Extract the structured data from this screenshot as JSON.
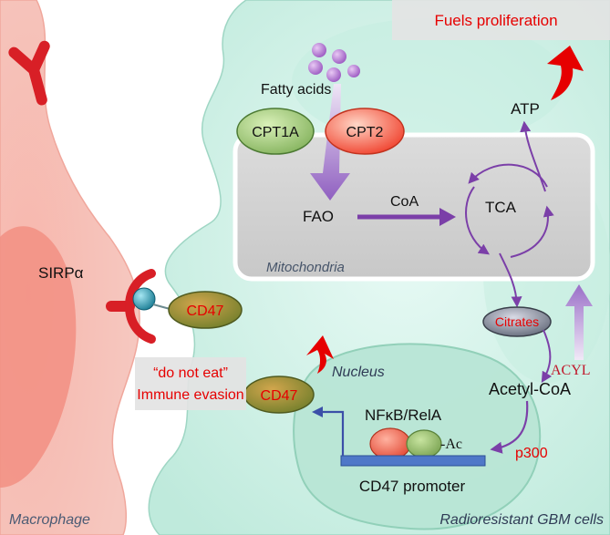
{
  "labels": {
    "fuels": "Fuels proliferation",
    "fatty_acids": "Fatty acids",
    "atp": "ATP",
    "cpt1a": "CPT1A",
    "cpt2": "CPT2",
    "fao": "FAO",
    "coa": "CoA",
    "tca": "TCA",
    "mitochondria": "Mitochondria",
    "sirpa": "SIRPα",
    "cd47_receptor": "CD47",
    "citrates": "Citrates",
    "acyl": "ACYL",
    "nucleus": "Nucleus",
    "immune_line1": "“do not eat”",
    "immune_line2": "Immune evasion",
    "cd47_expr": "CD47",
    "nfkb": "NFκB/RelA",
    "ac": "-Ac",
    "acetyl_coa": "Acetyl-CoA",
    "p300": "p300",
    "cd47_promoter": "CD47 promoter",
    "macrophage": "Macrophage",
    "gbm_cells": "Radioresistant GBM cells"
  },
  "colors": {
    "macrophage": "#f4aea6",
    "cell": "#d6f3ea",
    "mito": "#cfcfcf",
    "pathway": "#7b3fa8",
    "highlight_red": "#e60000",
    "cd47": "#9a7a2a",
    "cpt1a": "#9ac27a",
    "cpt2": "#f05a48"
  }
}
